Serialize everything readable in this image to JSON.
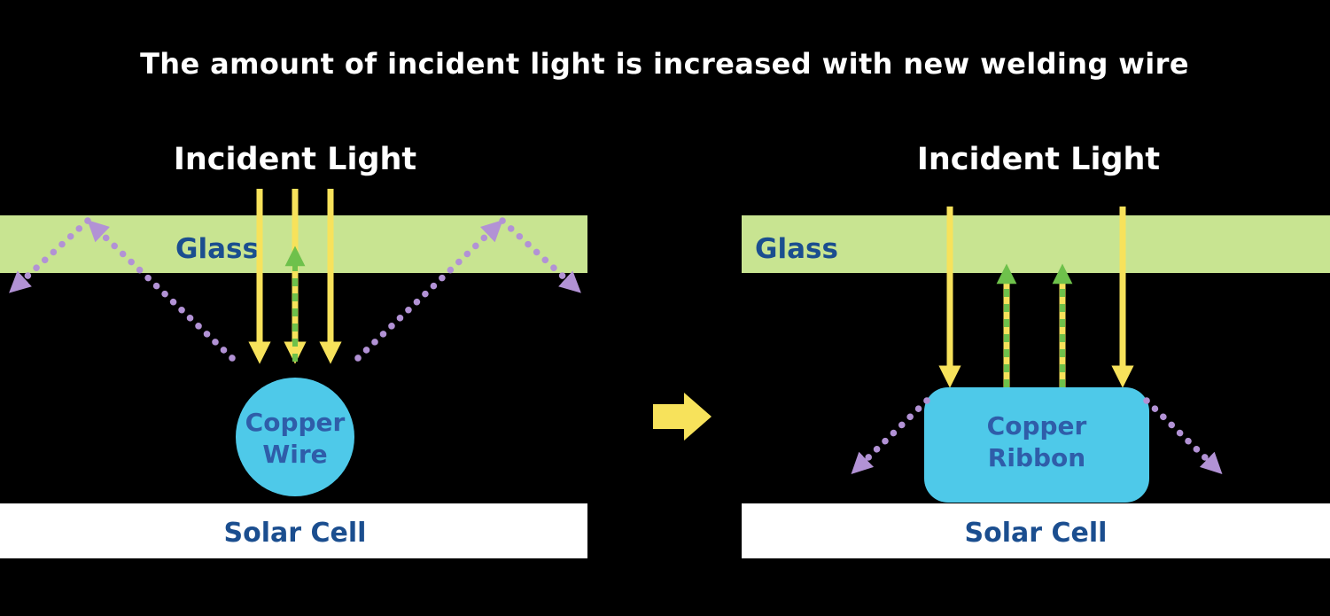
{
  "title": "The amount of incident light is increased with new welding wire",
  "colors": {
    "background": "#000000",
    "white": "#ffffff",
    "glass": "#c8e491",
    "yellow": "#f7e25b",
    "green": "#6ec14b",
    "purple": "#b292d5",
    "cyan": "#4ec9e9",
    "navy": "#1b4e8f",
    "shape_text": "#2f5da9"
  },
  "left_panel": {
    "incident_light_label": "Incident Light",
    "glass_label": "Glass",
    "copper_label_line1": "Copper",
    "copper_label_line2": "Wire",
    "solar_cell_label": "Solar Cell"
  },
  "right_panel": {
    "incident_light_label": "Incident Light",
    "glass_label": "Glass",
    "copper_label_line1": "Copper",
    "copper_label_line2": "Ribbon",
    "solar_cell_label": "Solar Cell"
  }
}
